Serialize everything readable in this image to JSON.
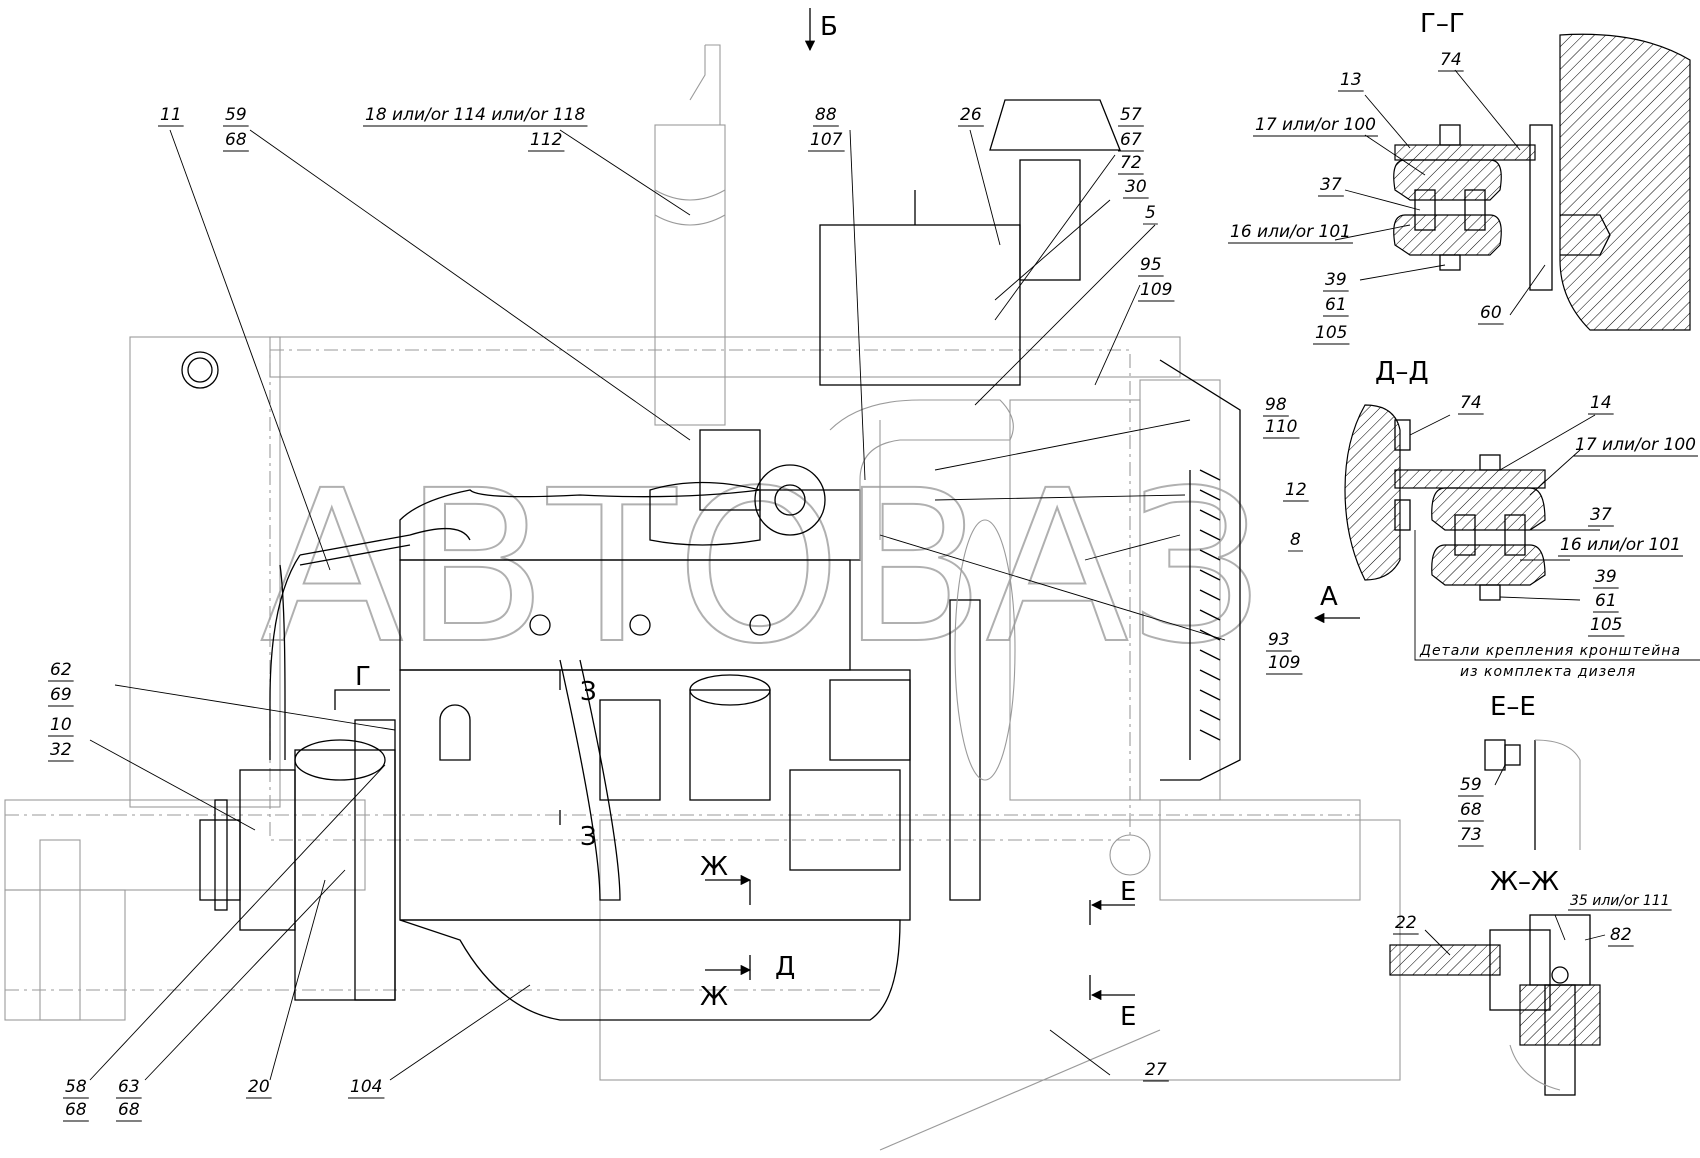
{
  "callouts": {
    "c11": "11",
    "c59_68": [
      "59",
      "68"
    ],
    "c18": "18 или/or 114 или/or 118",
    "c112": "112",
    "c88_107": [
      "88",
      "107"
    ],
    "c26": "26",
    "c57_67_72": [
      "57",
      "67",
      "72"
    ],
    "c30": "30",
    "c5": "5",
    "c95_109": [
      "95",
      "109"
    ],
    "c98_110": [
      "98",
      "110"
    ],
    "c12": "12",
    "c8": "8",
    "c93_109": [
      "93",
      "109"
    ],
    "c62_69": [
      "62",
      "69"
    ],
    "c10_32": [
      "10",
      "32"
    ],
    "c58_68": [
      "58",
      "68"
    ],
    "c63_68": [
      "63",
      "68"
    ],
    "c20": "20",
    "c104": "104",
    "c27": "27"
  },
  "section_marks": {
    "view_b": "Б",
    "g": "Г",
    "z": "З",
    "zh": "Ж",
    "d": "Д",
    "e": "Е",
    "a": "А"
  },
  "watermark": "АВТОВАЗ",
  "section_gg": {
    "title": "Г–Г",
    "labels": [
      "13",
      "74",
      "17 или/or 100",
      "37",
      "16 или/or 101",
      "39",
      "61",
      "105",
      "60"
    ]
  },
  "section_dd": {
    "title": "Д–Д",
    "labels": [
      "74",
      "14",
      "17 или/or 100",
      "37",
      "16 или/or 101",
      "39",
      "61",
      "105"
    ],
    "note_line1": "Детали крепления кронштейна",
    "note_line2": "из комплекта дизеля"
  },
  "section_ee": {
    "title": "Е–Е",
    "labels": [
      "59",
      "68",
      "73"
    ]
  },
  "section_zhzh": {
    "title": "Ж–Ж",
    "labels": [
      "35 или/or 111",
      "22",
      "82"
    ]
  }
}
